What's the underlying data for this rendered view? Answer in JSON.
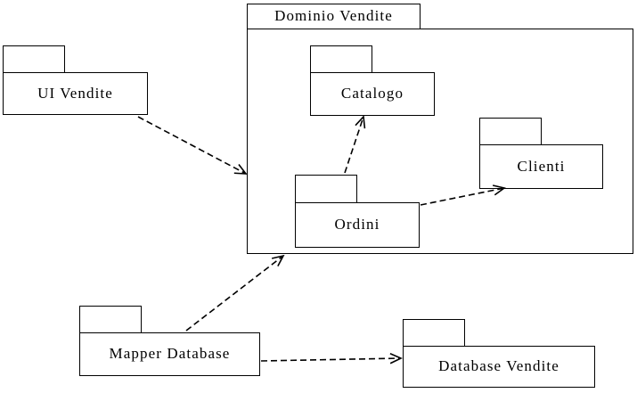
{
  "diagram": {
    "kind": "uml-package-diagram",
    "packages": [
      {
        "id": "dominio-vendite",
        "label": "Dominio Vendite"
      },
      {
        "id": "ui-vendite",
        "label": "UI Vendite"
      },
      {
        "id": "catalogo",
        "label": "Catalogo"
      },
      {
        "id": "clienti",
        "label": "Clienti"
      },
      {
        "id": "ordini",
        "label": "Ordini"
      },
      {
        "id": "mapper-database",
        "label": "Mapper Database"
      },
      {
        "id": "database-vendite",
        "label": "Database Vendite"
      }
    ],
    "containment": {
      "dominio-vendite": [
        "catalogo",
        "clienti",
        "ordini"
      ]
    },
    "relationships": [
      {
        "from": "ui-vendite",
        "to": "dominio-vendite",
        "type": "dependency",
        "line": "dashed-open-arrow"
      },
      {
        "from": "ordini",
        "to": "catalogo",
        "type": "dependency",
        "line": "dashed-open-arrow"
      },
      {
        "from": "ordini",
        "to": "clienti",
        "type": "dependency",
        "line": "dashed-open-arrow"
      },
      {
        "from": "mapper-database",
        "to": "dominio-vendite",
        "type": "dependency",
        "line": "dashed-open-arrow"
      },
      {
        "from": "mapper-database",
        "to": "database-vendite",
        "type": "dependency",
        "line": "dashed-open-arrow"
      }
    ],
    "colors": {
      "stroke": "#000000",
      "fill": "#ffffff"
    }
  }
}
